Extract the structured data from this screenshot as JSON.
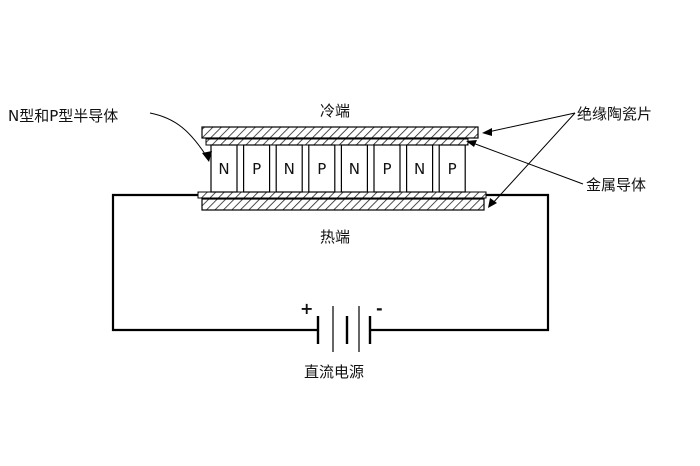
{
  "labels": {
    "np_semiconductor": "N型和P型半导体",
    "cold_end": "冷端",
    "hot_end": "热端",
    "ceramic_plate": "绝缘陶瓷片",
    "metal_conductor": "金属导体",
    "dc_source": "直流电源",
    "plus": "+",
    "minus": "-"
  },
  "elements": [
    "N",
    "P",
    "N",
    "P",
    "N",
    "P",
    "N",
    "P"
  ]
}
